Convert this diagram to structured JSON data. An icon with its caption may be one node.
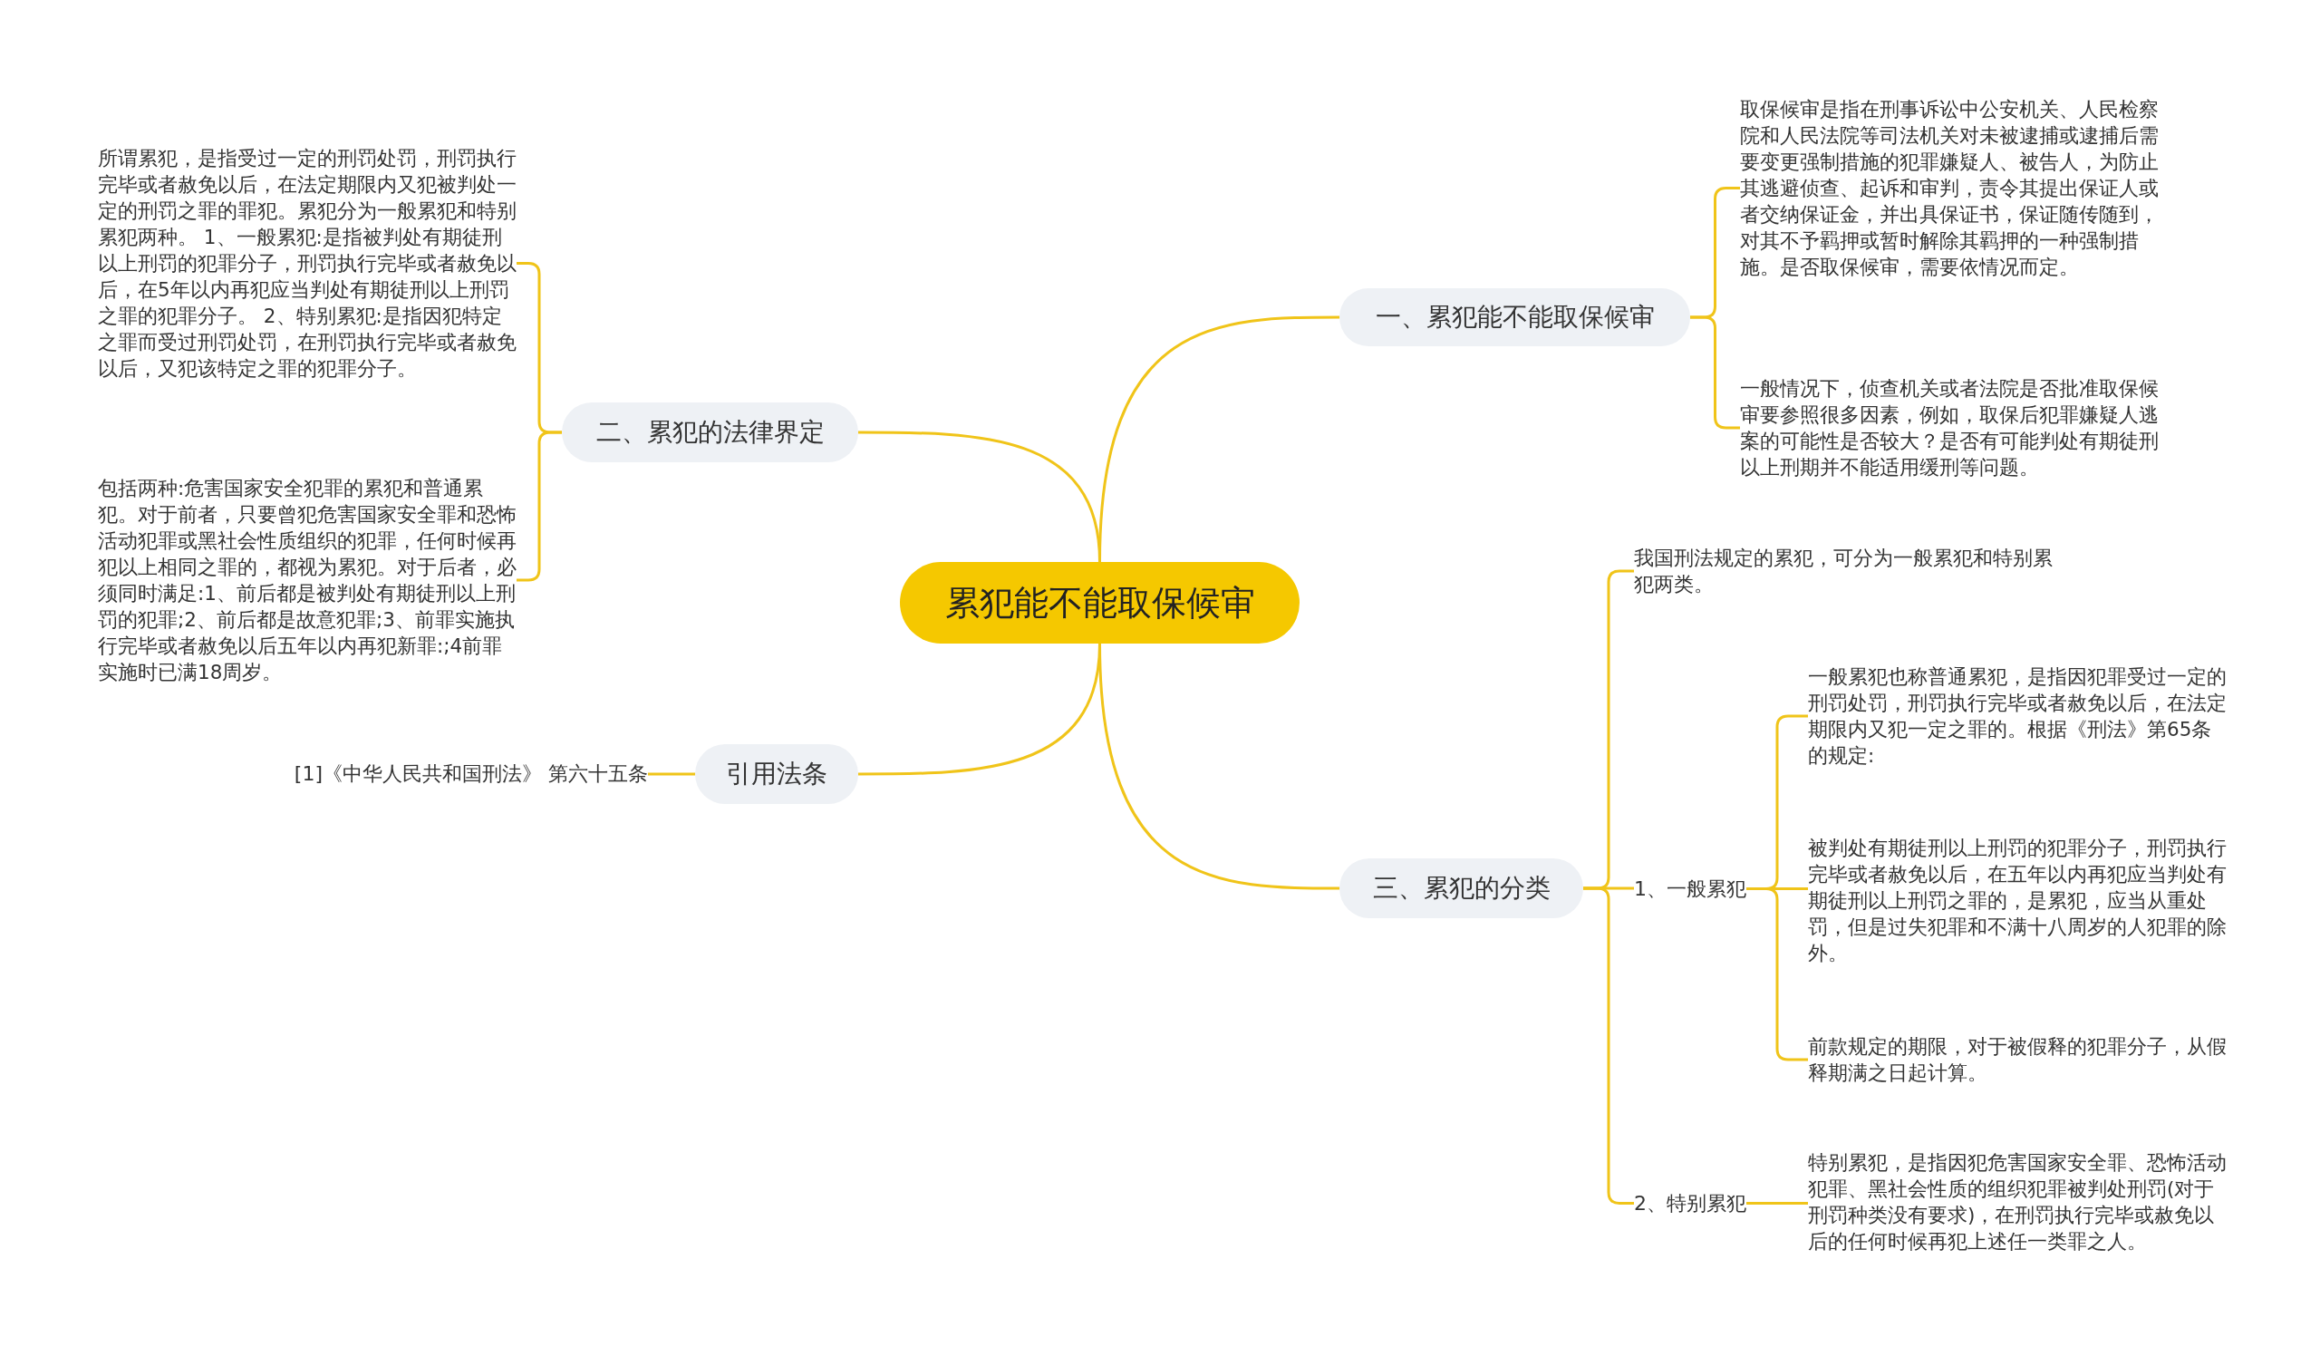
{
  "diagram": {
    "nodes": [
      {
        "text": [
          "累犯能不能取保候审"
        ]
      },
      {
        "text": [
          "一、累犯能不能取保候审"
        ]
      },
      {
        "text": [
          "取保候审是指在刑事诉讼中公安机关、人民检察院和人民法院等司法机关对未被逮捕或逮捕后需要变更强制措施的犯罪嫌疑人、被告人，为防止其逃避侦查、起诉和审判，责令其提出保证人或者交纳保证金，并出具保证书，保证随传随到，对其不予羁押或暂时解除其羁押的一种强制措施。是否取保候审，需要依情况而定。"
        ]
      },
      {
        "text": [
          "一般情况下，侦查机关或者法院是否批准取保候审要参照很多因素，例如，取保后犯罪嫌疑人逃案的可能性是否较大？是否有可能判处有期徒刑以上刑期并不能适用缓刑等问题。"
        ]
      },
      {
        "text": [
          "二、累犯的法律界定"
        ]
      },
      {
        "text": [
          "所谓累犯，是指受过一定的刑罚处罚，刑罚执行完毕或者赦免以后，在法定期限内又犯被判处一定的刑罚之罪的罪犯。累犯分为一般累犯和特别累犯两种。 1、一般累犯:是指被判处有期徒刑以上刑罚的犯罪分子，刑罚执行完毕或者赦免以后，在5年以内再犯应当判处有期徒刑以上刑罚之罪的犯罪分子。 2、特别累犯:是指因犯特定之罪而受过刑罚处罚，在刑罚执行完毕或者赦免以后，又犯该特定之罪的犯罪分子。"
        ]
      },
      {
        "text": [
          "包括两种:危害国家安全犯罪的累犯和普通累犯。对于前者，只要曾犯危害国家安全罪和恐怖活动犯罪或黑社会性质组织的犯罪，任何时候再犯以上相同之罪的，都视为累犯。对于后者，必须同时满足:1、前后都是被判处有期徒刑以上刑罚的犯罪;2、前后都是故意犯罪;3、前罪实施执行完毕或者赦免以后五年以内再犯新罪:;4前罪实施时已满18周岁。"
        ]
      },
      {
        "text": [
          "引用法条"
        ]
      },
      {
        "text": [
          "[1]《中华人民共和国刑法》 第六十五条"
        ]
      },
      {
        "text": [
          "三、累犯的分类"
        ]
      },
      {
        "text": [
          "我国刑法规定的累犯，可分为一般累犯和特别累犯两类。"
        ]
      },
      {
        "text": [
          "1、一般累犯"
        ]
      },
      {
        "text": [
          "一般累犯也称普通累犯，是指因犯罪受过一定的刑罚处罚，刑罚执行完毕或者赦免以后，在法定期限内又犯一定之罪的。根据《刑法》第65条的规定:"
        ]
      },
      {
        "text": [
          "被判处有期徒刑以上刑罚的犯罪分子，刑罚执行完毕或者赦免以后，在五年以内再犯应当判处有期徒刑以上刑罚之罪的，是累犯，应当从重处罚，但是过失犯罪和不满十八周岁的人犯罪的除外。"
        ]
      },
      {
        "text": [
          "前款规定的期限，对于被假释的犯罪分子，从假释期满之日起计算。"
        ]
      },
      {
        "text": [
          "2、特别累犯"
        ]
      },
      {
        "text": [
          "特别累犯，是指因犯危害国家安全罪、恐怖活动犯罪、黑社会性质的组织犯罪被判处刑罚(对于刑罚种类没有要求)，在刑罚执行完毕或赦免以后的任何时候再犯上述任一类罪之人。"
        ]
      }
    ],
    "edges": [
      {
        "from": 0,
        "to": 1,
        "arrow": "none"
      },
      {
        "from": 1,
        "to": 2,
        "arrow": "none"
      },
      {
        "from": 1,
        "to": 3,
        "arrow": "none"
      },
      {
        "from": 0,
        "to": 4,
        "arrow": "none"
      },
      {
        "from": 4,
        "to": 5,
        "arrow": "none"
      },
      {
        "from": 4,
        "to": 6,
        "arrow": "none"
      },
      {
        "from": 0,
        "to": 7,
        "arrow": "none"
      },
      {
        "from": 7,
        "to": 8,
        "arrow": "none"
      },
      {
        "from": 0,
        "to": 9,
        "arrow": "none"
      },
      {
        "from": 9,
        "to": 10,
        "arrow": "none"
      },
      {
        "from": 9,
        "to": 11,
        "arrow": "none"
      },
      {
        "from": 11,
        "to": 12,
        "arrow": "none"
      },
      {
        "from": 11,
        "to": 13,
        "arrow": "none"
      },
      {
        "from": 11,
        "to": 14,
        "arrow": "none"
      },
      {
        "from": 9,
        "to": 15,
        "arrow": "none"
      },
      {
        "from": 15,
        "to": 16,
        "arrow": "none"
      }
    ]
  }
}
